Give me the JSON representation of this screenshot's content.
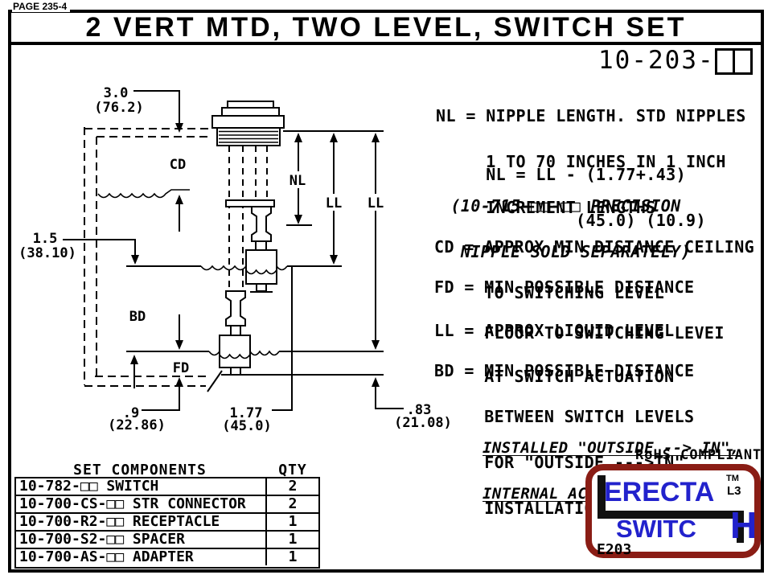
{
  "page": {
    "label": "PAGE 235-4",
    "title": "2 VERT MTD, TWO LEVEL, SWITCH SET",
    "part_number_prefix": "10-203-"
  },
  "colors": {
    "logo_border": "#8a1d15",
    "logo_blue": "#2222cc"
  },
  "notes": {
    "nl1": "NL = NIPPLE LENGTH. STD NIPPLES",
    "nl2": "     1 TO 70 INCHES IN 1 INCH",
    "nl3": "     INCREMENT LENGTHS",
    "formula1": "     NL = LL - (1.77+.43)",
    "formula2": "              (45.0) (10.9)",
    "precision1": " (10-715-□□-□□ PRECISION",
    "precision2": "  NIPPLE SOLD SEPARATELY)",
    "cd1": "CD = APPROX MIN DISTANCE CEILING",
    "cd2": "     TO SWITCHING LEVEL",
    "fd1": "FD = MIN POSSIBLE DISTANCE",
    "fd2": "     FLOOR TO SWITCHING LEVEI",
    "ll1": "LL = APPROX LIQUID LEVEL",
    "ll2": "     AT SWITCH ACTUATION",
    "bd1": "BD = MIN POSSIBLE DISTANCE",
    "bd2": "     BETWEEN SWITCH LEVELS",
    "bd3": "     FOR \"OUTSIDE --->IN\"",
    "bd4": "     INSTALLATION.",
    "installed1": "INSTALLED \"OUTSIDE --> IN\",",
    "installed2": "INTERNAL ACCESS NOT REQUIRED.",
    "rohs": "RoHS COMPLIANT"
  },
  "drawing": {
    "dim_cd_in": "3.0",
    "dim_cd_mm": "(76.2)",
    "cd": "CD",
    "dim_15_in": "1.5",
    "dim_15_mm": "(38.10)",
    "nl": "NL",
    "ll": "LL",
    "bd": "BD",
    "fd": "FD",
    "dim_fd_in": ".9",
    "dim_fd_mm": "(22.86)",
    "dim_177_in": "1.77",
    "dim_177_mm": "(45.0)",
    "dim_83_in": ".83",
    "dim_83_mm": "(21.08)"
  },
  "table": {
    "header_components": "SET COMPONENTS",
    "header_qty": "QTY",
    "rows": [
      {
        "part": "10-782-□□ SWITCH",
        "qty": "2"
      },
      {
        "part": "10-700-CS-□□ STR CONNECTOR",
        "qty": "2"
      },
      {
        "part": "10-700-R2-□□ RECEPTACLE",
        "qty": "1"
      },
      {
        "part": "10-700-S2-□□ SPACER",
        "qty": "1"
      },
      {
        "part": "10-700-AS-□□ ADAPTER",
        "qty": "1"
      }
    ]
  },
  "logo": {
    "erecta": "ERECTA",
    "switch_part1": "SWITC",
    "switch_h": "H",
    "tm": "TM",
    "l3": "L3",
    "code": "E203"
  }
}
